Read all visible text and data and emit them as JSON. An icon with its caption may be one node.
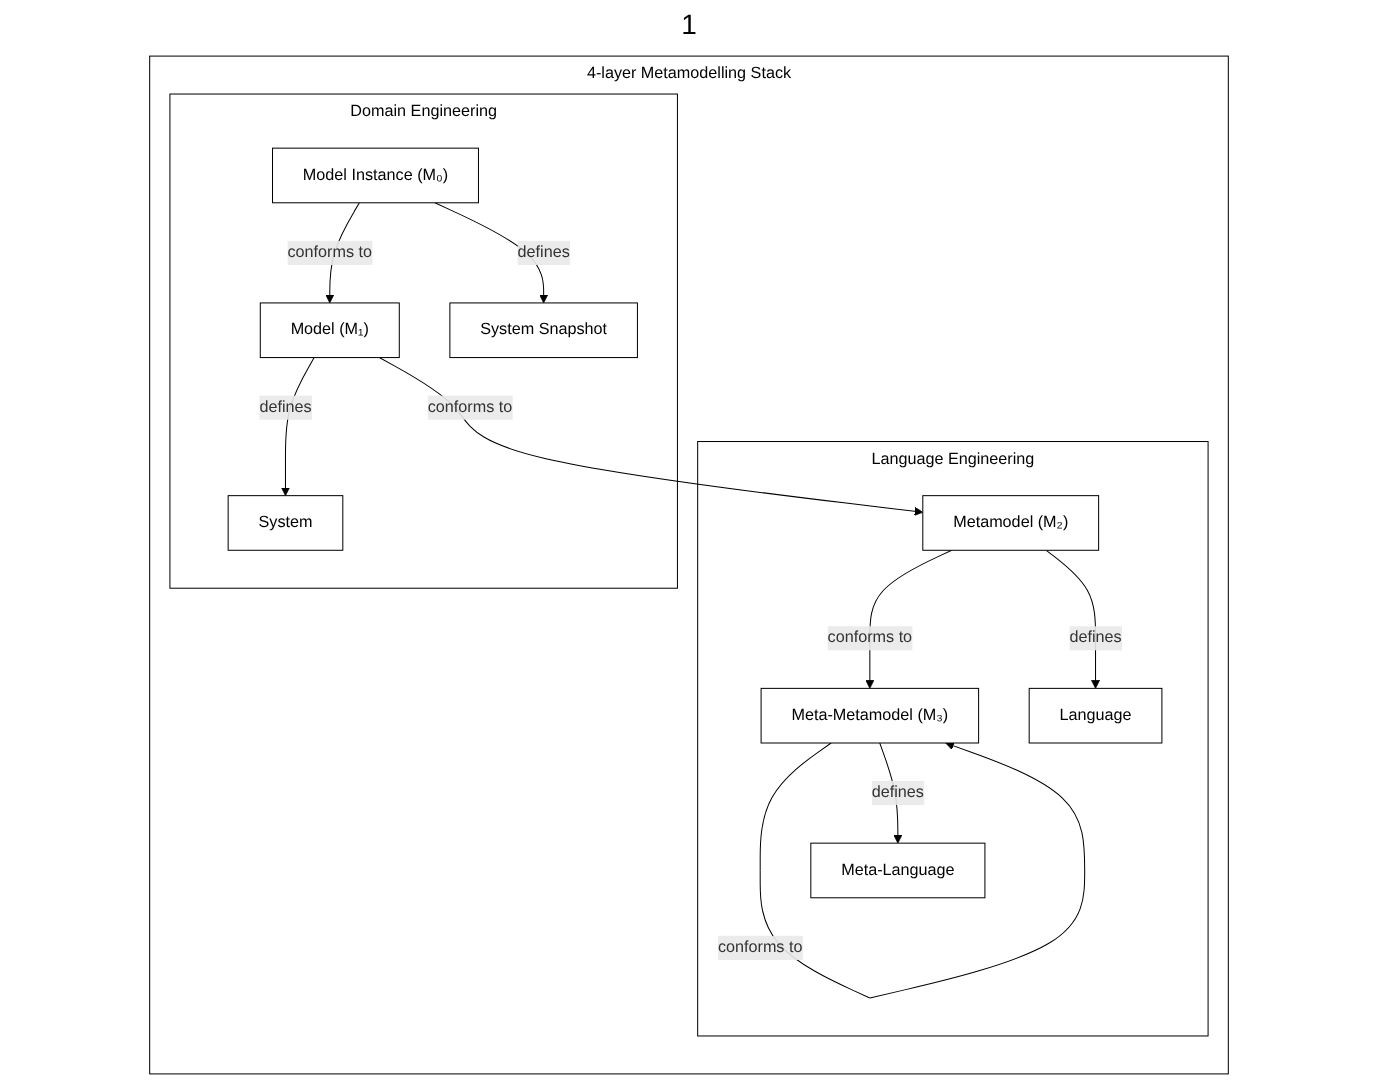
{
  "diagram": {
    "nodes": [
      {
        "text": [
          "4-layer Metamodelling Stack"
        ]
      },
      {
        "text": [
          "Language Engineering"
        ],
        "in": 0
      },
      {
        "text": [
          "Meta-Metamodel (M₃)"
        ],
        "in": 1
      },
      {
        "text": [
          "Meta-Language"
        ],
        "in": 1
      },
      {
        "text": [
          "Metamodel (M₂)"
        ],
        "in": 1
      },
      {
        "text": [
          "Language"
        ],
        "in": 1
      },
      {
        "text": [
          "Domain Engineering"
        ],
        "in": 0
      },
      {
        "text": [
          "Model (M₁)"
        ],
        "in": 6
      },
      {
        "text": [
          "System"
        ],
        "in": 6
      },
      {
        "text": [
          "Model Instance (M₀)"
        ],
        "in": 6
      },
      {
        "text": [
          "System Snapshot"
        ],
        "in": 6
      }
    ],
    "edges": [
      {
        "from": 2,
        "to": 2,
        "arrow": "to",
        "label": "conforms to"
      },
      {
        "from": 2,
        "to": 3,
        "arrow": "to",
        "label": "defines"
      },
      {
        "from": 4,
        "to": 2,
        "arrow": "to",
        "label": "conforms to"
      },
      {
        "from": 4,
        "to": 5,
        "arrow": "to",
        "label": "defines"
      },
      {
        "from": 7,
        "to": 4,
        "arrow": "to",
        "label": "conforms to"
      },
      {
        "from": 7,
        "to": 8,
        "arrow": "to",
        "label": "defines"
      },
      {
        "from": 9,
        "to": 7,
        "arrow": "to",
        "label": "conforms to"
      },
      {
        "from": 9,
        "to": 10,
        "arrow": "to",
        "label": "defines"
      }
    ],
    "labels": [
      "1"
    ]
  }
}
